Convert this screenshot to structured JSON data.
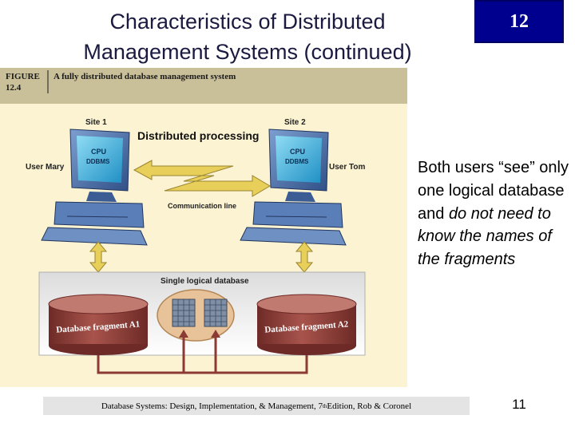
{
  "slide": {
    "title_line1": "Characteristics of Distributed",
    "title_line2": "Management Systems (continued)",
    "chapter": "12",
    "page_number": "11"
  },
  "figure": {
    "label_word": "FIGURE",
    "label_number": "12.4",
    "caption": "A fully distributed database management system",
    "site1": "Site 1",
    "site2": "Site 2",
    "heading": "Distributed processing",
    "user_left": "User Mary",
    "user_right": "User Tom",
    "cpu": "CPU",
    "ddbms": "DDBMS",
    "communication_line": "Communication line",
    "single_logical_db": "Single logical database",
    "fragment_a1": "Database fragment A1",
    "fragment_a2": "Database fragment A2"
  },
  "body_text": {
    "part1": "Both users “see” only one logical database and ",
    "part2": "do not need to know the names of the fragments"
  },
  "footer": {
    "text_before": "Database Systems: Design, Implementation, & Management, 7",
    "superscript": "th",
    "text_after": " Edition, Rob & Coronel"
  },
  "colors": {
    "badge_bg": "#00008f",
    "figure_bg": "#fbf3d2",
    "caption_band": "#c9c09a",
    "monitor": "#4a6ea8",
    "screen": "#2aa7d8",
    "cylinder": "#8c3a34",
    "arrow": "#e7cf5a"
  }
}
